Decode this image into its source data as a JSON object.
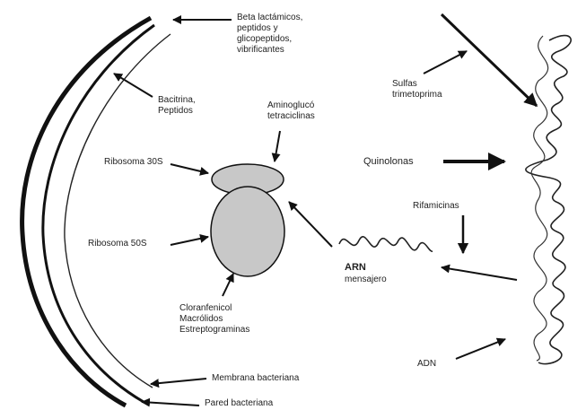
{
  "labels": {
    "beta_lactamicos": [
      "Beta lactámicos,",
      "peptidos y",
      "glicopeptidos,",
      "vibrificantes"
    ],
    "bacitracina": [
      "Bacitrina,",
      "Peptidos"
    ],
    "aminoglucosidos": [
      "Aminoglucó",
      "tetraciclinas"
    ],
    "ribosoma_30s": "Ribosoma 30S",
    "ribosoma_50s": "Ribosoma 50S",
    "cloranfenicol": [
      "Cloranfenicol",
      "Macrólidos",
      "Estreptograminas"
    ],
    "membrana_bacteriana": "Membrana bacteriana",
    "pared_bacteriana": "Pared bacteriana",
    "sulfas": [
      "Sulfas",
      "trimetoprima"
    ],
    "quinolonas": "Quinolonas",
    "rifamicinas": "Rifamicinas",
    "arn_title": "ARN",
    "arn_sub": "mensajero",
    "adn": "ADN"
  }
}
